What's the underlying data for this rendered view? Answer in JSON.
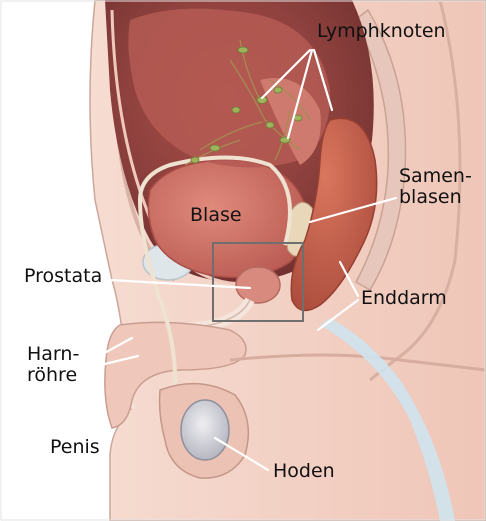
{
  "labels": {
    "lymphknoten": "Lymphknoten",
    "blase": "Blase",
    "samenblasen_line1": "Samen-",
    "samenblasen_line2": "blasen",
    "prostata": "Prostata",
    "enddarm": "Enddarm",
    "harnroehre_line1": "Harn-",
    "harnroehre_line2": "röhre",
    "penis": "Penis",
    "hoden": "Hoden"
  },
  "colors": {
    "skin": "#f3d2c6",
    "tissue": "#e9b9ab",
    "cavity": "#8a3f3c",
    "bladder": "#c96d63",
    "rectum": "#c25f4d",
    "leader_line": "#ffffff",
    "highlight_box": "#6f6f6f"
  }
}
